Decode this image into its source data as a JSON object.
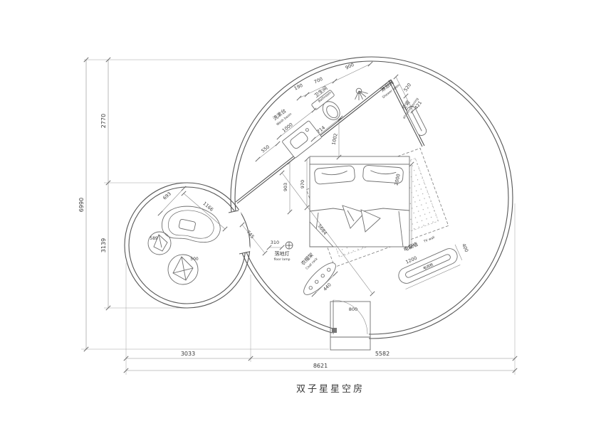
{
  "title": "双子星星空房",
  "overall_dimensions": {
    "height_total": "6990",
    "height_upper": "2770",
    "height_lower": "3139",
    "width_left": "3033",
    "width_right": "5582",
    "width_total": "8621"
  },
  "rooms": {
    "bathroom": {
      "cn": "卫生间",
      "en": "Bathroom"
    },
    "washbasin": {
      "cn": "洗漱台",
      "en": "Wash basin"
    },
    "shower": {
      "cn": "淋浴间",
      "en": "Shower room"
    },
    "air_conditioner": {
      "cn": "空调",
      "en": "air conditioning"
    },
    "floor_lamp": {
      "cn": "落地灯",
      "en": "floor lamp"
    },
    "coat_rack": {
      "cn": "衣帽架",
      "en": "Coat rack"
    },
    "tv_wall": {
      "cn": "电视墙",
      "en": "TV wall"
    },
    "tv_cabinet": {
      "cn": "电视柜"
    }
  },
  "dims": {
    "chain_a": "190",
    "chain_b": "700",
    "chain_c": "900",
    "shower_width": "520",
    "ac_width": "421",
    "washbasin_length": "1000",
    "toilet_width": "714",
    "vanity_offset": "550",
    "headboard_gap": "1002",
    "wall_seg": "903",
    "bed_width": "970",
    "bed_length": "2000",
    "room_diagonal": "5684",
    "lamp_offset": "310",
    "coat_rack_length": "440",
    "tv_cabinet_length": "1200",
    "tv_cabinet_depth": "400",
    "door_width": "800",
    "pool_width": "693",
    "pool_length": "1166",
    "tub_small": "589",
    "tub_large": "500",
    "passage_width": "745"
  }
}
